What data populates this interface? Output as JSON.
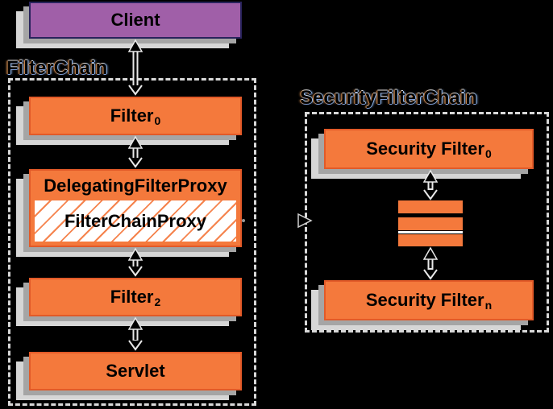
{
  "client": {
    "label": "Client"
  },
  "filter_chain": {
    "label": "FilterChain",
    "filter0_base": "Filter",
    "filter0_sub": "0",
    "delegating_filter_proxy": "DelegatingFilterProxy",
    "filter_chain_proxy": "FilterChainProxy",
    "filter2_base": "Filter",
    "filter2_sub": "2",
    "servlet": "Servlet"
  },
  "security_filter_chain": {
    "label": "SecurityFilterChain",
    "filter0_base": "Security Filter",
    "filter0_sub": "0",
    "filtern_base": "Security Filter",
    "filtern_sub": "n"
  },
  "colors": {
    "background": "#000000",
    "box_orange": "#F4793C",
    "box_orange_border": "#E25A28",
    "client_purple": "#A05FA8",
    "client_border": "#29235C",
    "shadow_near": "#A5A5A5",
    "shadow_far": "#D6D6D6",
    "dashed": "#D8D8D8",
    "hatch": "#F5834D",
    "arrow_outline": "#E8E8E8"
  }
}
